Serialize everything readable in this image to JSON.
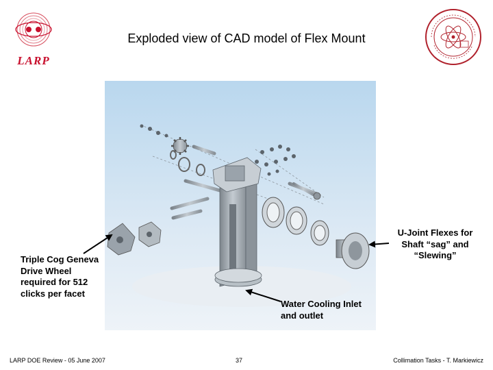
{
  "slide": {
    "title": "Exploded view of CAD model of Flex Mount",
    "logo_left_text": "LARP",
    "callouts": {
      "left": "Triple Cog Geneva Drive Wheel required for 512 clicks per facet",
      "right": "U-Joint Flexes for Shaft “sag” and “Slewing”",
      "bottom": "Water Cooling Inlet and outlet"
    },
    "footer": {
      "left": "LARP DOE Review - 05 June 2007",
      "page_number": "37",
      "right": "Collimation Tasks - T. Markiewicz"
    }
  },
  "colors": {
    "larp_red": "#c8102e",
    "seal_red": "#b0212c",
    "panel_top": "#b9d7ee",
    "metal": "#9aa3ab"
  },
  "icons": {
    "logo_left": "larp-logo",
    "logo_right": "slac-seal"
  }
}
